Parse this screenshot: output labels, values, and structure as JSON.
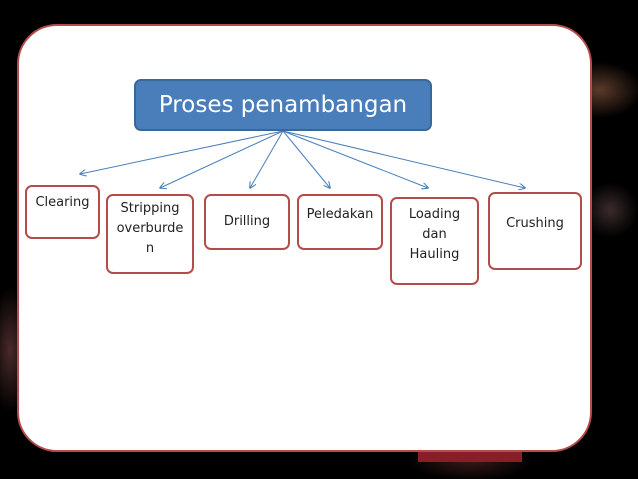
{
  "root": {
    "label": "Proses penambangan"
  },
  "nodes": [
    {
      "id": "clearing",
      "lines": [
        "Clearing"
      ]
    },
    {
      "id": "stripping",
      "lines": [
        "Stripping",
        "overburde",
        "n"
      ]
    },
    {
      "id": "drilling",
      "lines": [
        "Drilling"
      ]
    },
    {
      "id": "peledakan",
      "lines": [
        "Peledakan"
      ]
    },
    {
      "id": "loading",
      "lines": [
        "Loading",
        "dan",
        "Hauling"
      ]
    },
    {
      "id": "crushing",
      "lines": [
        "Crushing"
      ]
    }
  ],
  "colors": {
    "root_fill": "#4a7ebb",
    "node_border": "#b54c4c",
    "arrow": "#4a7ebb",
    "background": "#000000"
  }
}
